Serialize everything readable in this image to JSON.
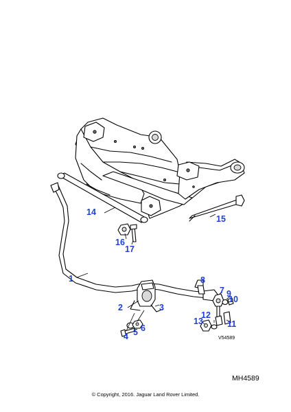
{
  "callouts": [
    {
      "id": "1",
      "label": "1"
    },
    {
      "id": "2",
      "label": "2"
    },
    {
      "id": "3",
      "label": "3"
    },
    {
      "id": "4",
      "label": "4"
    },
    {
      "id": "5",
      "label": "5"
    },
    {
      "id": "6",
      "label": "6"
    },
    {
      "id": "7",
      "label": "7"
    },
    {
      "id": "8",
      "label": "8"
    },
    {
      "id": "9",
      "label": "9"
    },
    {
      "id": "10",
      "label": "10"
    },
    {
      "id": "11",
      "label": "11"
    },
    {
      "id": "12",
      "label": "12"
    },
    {
      "id": "13",
      "label": "13"
    },
    {
      "id": "14",
      "label": "14"
    },
    {
      "id": "15",
      "label": "15"
    },
    {
      "id": "16",
      "label": "16"
    },
    {
      "id": "17",
      "label": "17"
    }
  ],
  "drawing_ref": "V54589",
  "diagram_code": "MH4589",
  "copyright": "© Copyright, 2016. Jaguar Land Rover Limited.",
  "colors": {
    "callout": "#1f3fd6",
    "line": "#000000",
    "background": "#ffffff"
  }
}
